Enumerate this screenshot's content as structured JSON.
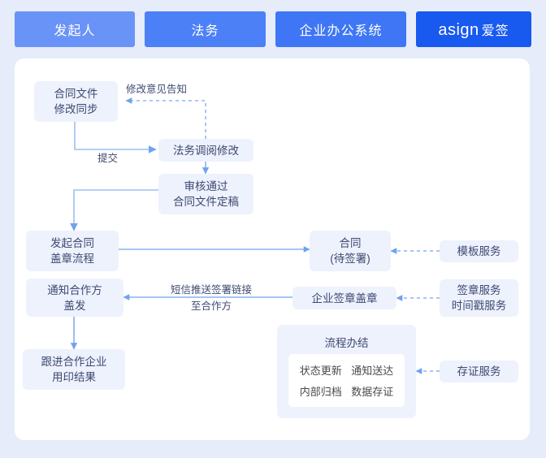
{
  "header": {
    "tabs": [
      {
        "label": "发起人",
        "color": "#6a93f8"
      },
      {
        "label": "法务",
        "color": "#4c80f6"
      },
      {
        "label": "企业办公系统",
        "color": "#3e76f5"
      },
      {
        "label": "asign 爱签",
        "brand_word": "asign",
        "brand_cn": "爱签",
        "color": "#1859f0"
      }
    ]
  },
  "nodes": {
    "contract_sync": {
      "line1": "合同文件",
      "line2": "修改同步"
    },
    "legal_review": {
      "line1": "法务调阅修改"
    },
    "approved": {
      "line1": "审核通过",
      "line2": "合同文件定稿"
    },
    "start_seal": {
      "line1": "发起合同",
      "line2": "盖章流程"
    },
    "notify_partner": {
      "line1": "通知合作方",
      "line2": "盖发"
    },
    "follow_up": {
      "line1": "跟进合作企业",
      "line2": "用印结果"
    },
    "contract_pending": {
      "line1": "合同",
      "line2": "(待签署)"
    },
    "enterprise_seal": {
      "line1": "企业签章盖章"
    },
    "template_service": {
      "line1": "模板服务"
    },
    "seal_service": {
      "line1": "签章服务",
      "line2": "时间戳服务"
    },
    "evidence_service": {
      "line1": "存证服务"
    }
  },
  "end_panel": {
    "title": "流程办结",
    "items": [
      "状态更新",
      "通知送达",
      "内部归档",
      "数据存证"
    ]
  },
  "edge_labels": {
    "feedback": "修改意见告知",
    "submit": "提交",
    "sms_push_l1": "短信推送签署链接",
    "sms_push_l2": "至合作方"
  },
  "colors": {
    "page_background": "#e6ecf9",
    "canvas": "#ffffff",
    "node_fill": "#eef2fd",
    "node_text": "#3e4a72",
    "solid_edge": "#7aa8ef",
    "dashed_edge": "#7aa8ef",
    "tab_text": "#ffffff"
  }
}
